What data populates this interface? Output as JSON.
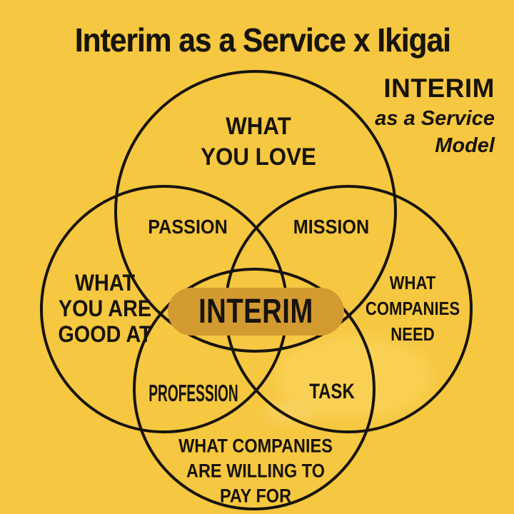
{
  "title": "Interim as a Service x Ikigai",
  "brand": {
    "line1": "INTERIM",
    "line2": "as a Service",
    "line3": "Model"
  },
  "circles": {
    "love": {
      "lines": [
        "WHAT",
        "YOU LOVE"
      ]
    },
    "good": {
      "lines": [
        "WHAT",
        "YOU ARE",
        "GOOD AT"
      ]
    },
    "need": {
      "lines": [
        "WHAT",
        "COMPANIES",
        "NEED"
      ]
    },
    "paid": {
      "lines": [
        "WHAT COMPANIES",
        "ARE WILLING TO",
        "PAY FOR"
      ]
    }
  },
  "overlaps": {
    "passion": "PASSION",
    "mission": "MISSION",
    "profession": "PROFESSION",
    "task": "TASK"
  },
  "center": {
    "label": "INTERIM"
  },
  "colors": {
    "background": "#F6C740",
    "ink": "#17130D",
    "center_pill": "#D39A31",
    "task_highlight": "#FFE37A"
  }
}
